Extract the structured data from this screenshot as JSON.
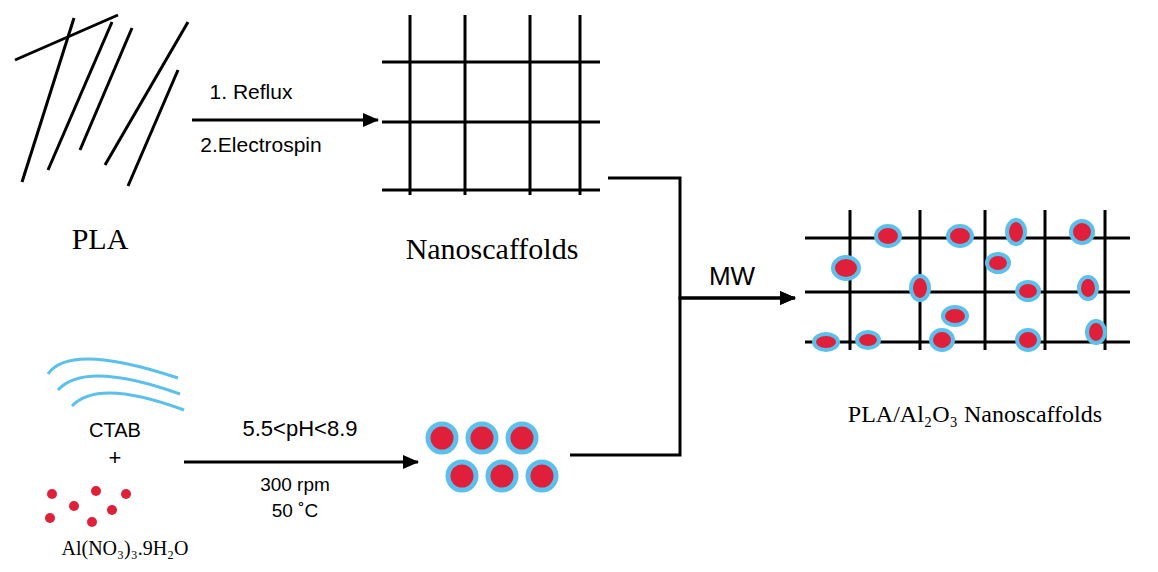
{
  "diagram": {
    "nodes": [
      {
        "text": [
          "PLA"
        ]
      },
      {
        "text": [
          "Nanoscaffolds"
        ]
      },
      {
        "text": [
          "CTAB",
          "+",
          "Al(NO₃)₃.9H₂O"
        ]
      },
      {
        "text": [
          "PLA/Al₂O₃ Nanoscaffolds"
        ]
      }
    ],
    "edges": [
      {
        "from": 0,
        "to": 1,
        "arrow": "to"
      },
      {
        "from": 1,
        "to": 3,
        "arrow": "to"
      },
      {
        "from": 2,
        "to": 3,
        "arrow": "to"
      }
    ],
    "labels": [
      "1. Reflux",
      "2.Electrospin",
      "MW",
      "5.5<pH<8.9",
      "300 rpm",
      "50 ˚C"
    ]
  }
}
